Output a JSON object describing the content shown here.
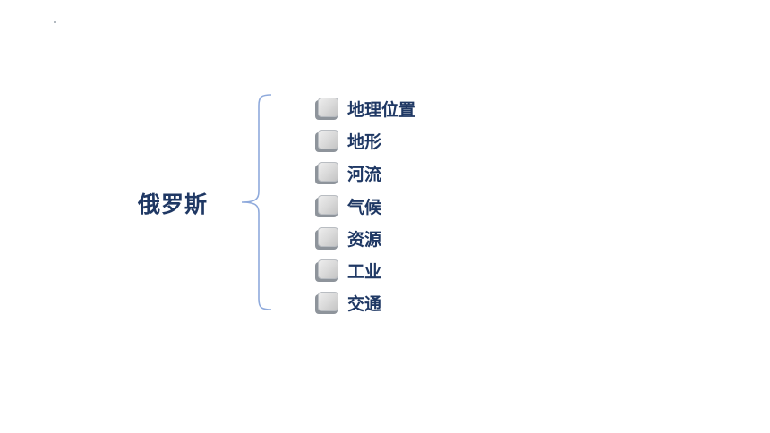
{
  "diagram": {
    "root": "俄罗斯",
    "items": [
      "地理位置",
      "地形",
      "河流",
      "气候",
      "资源",
      "工业",
      "交通"
    ]
  },
  "colors": {
    "text": "#1f3864",
    "brace": "#8faadc",
    "box_face": "#d8d8d8",
    "box_shadow": "#8e949b"
  }
}
